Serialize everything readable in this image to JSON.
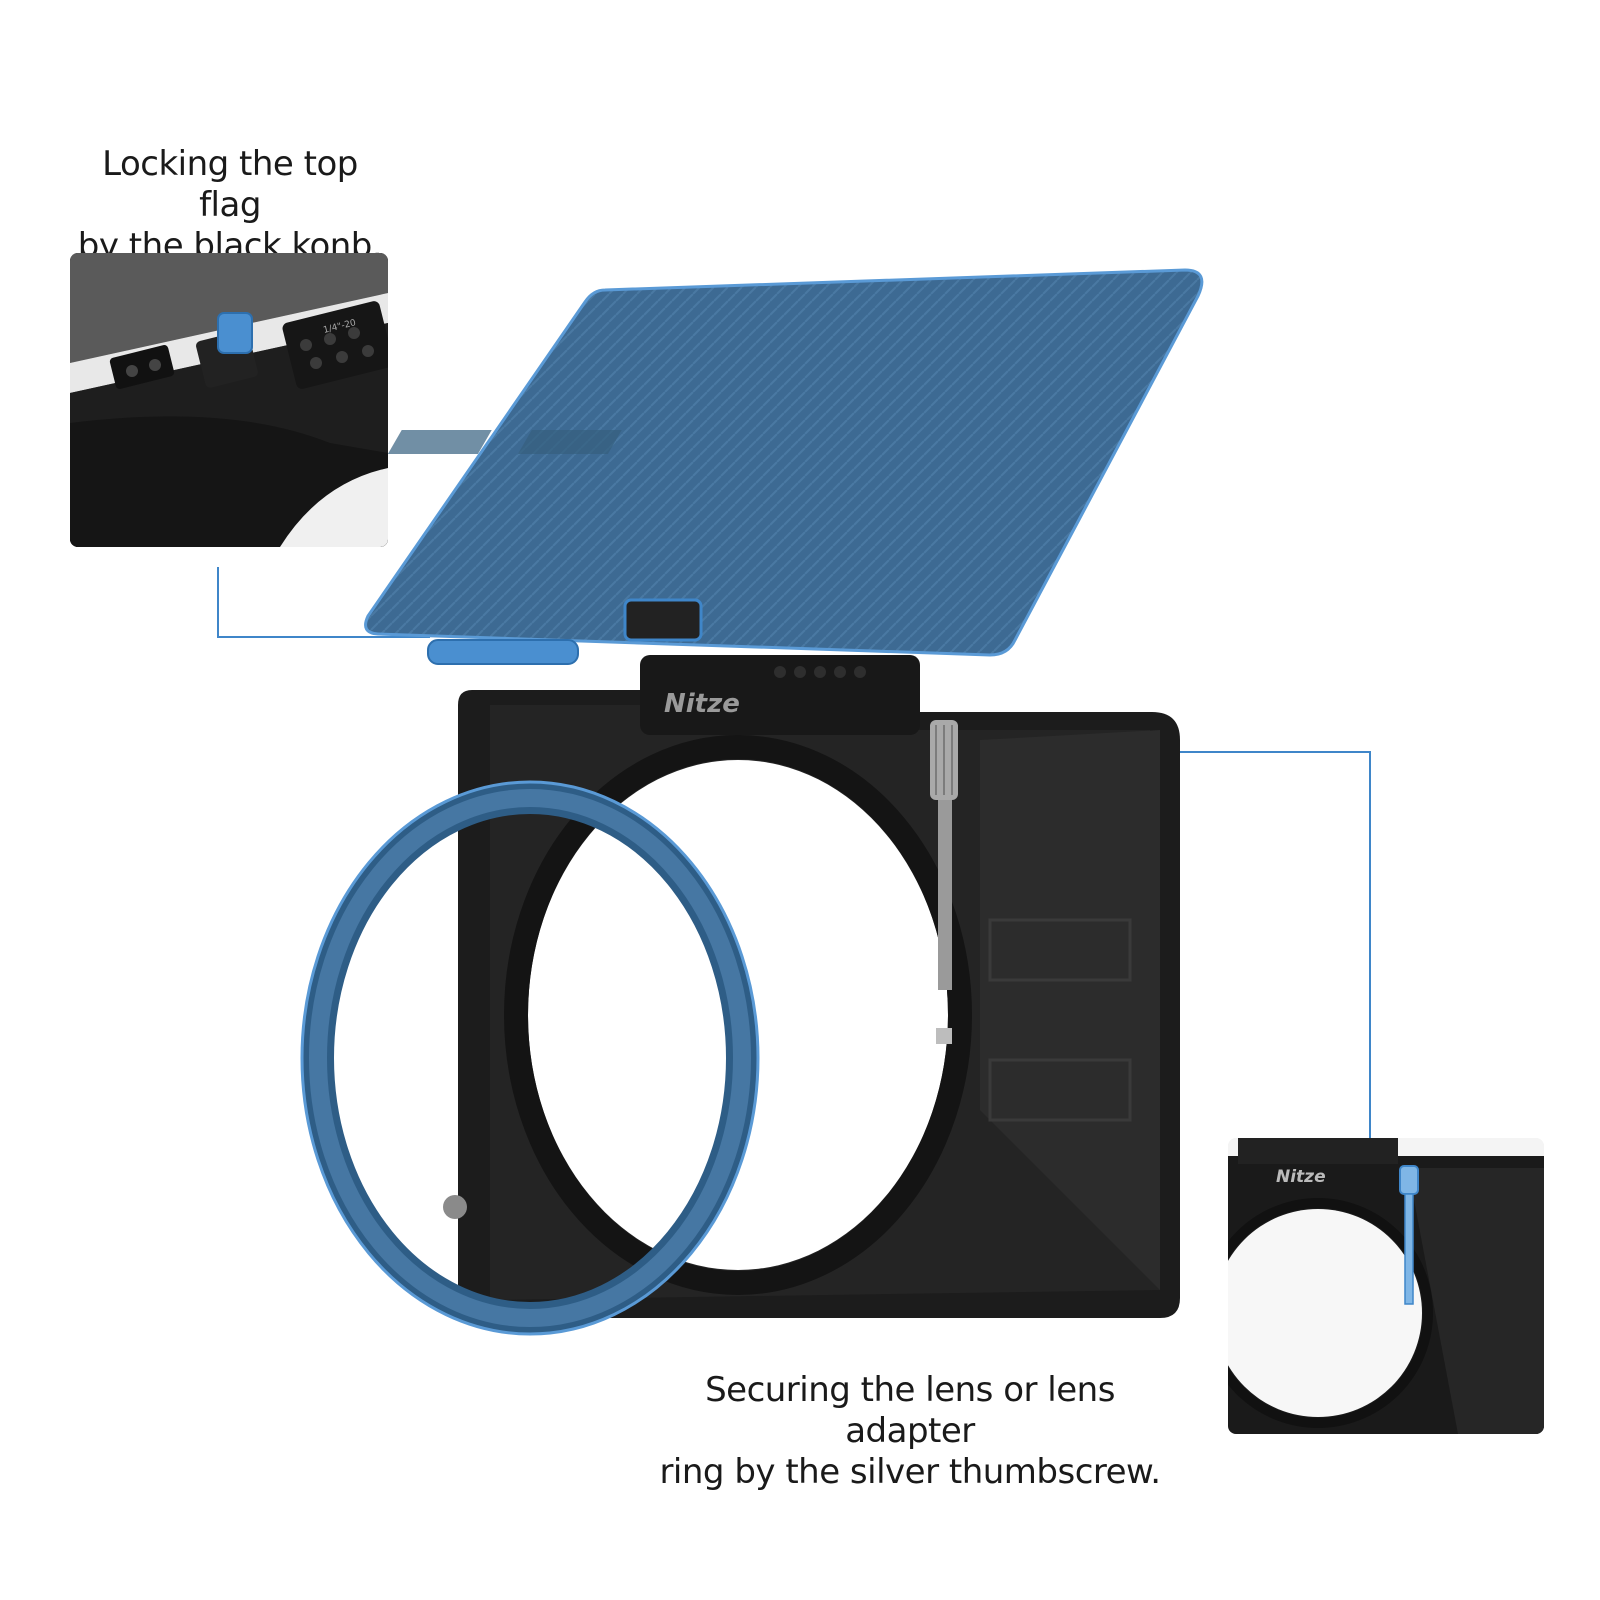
{
  "captions": {
    "top_line1": "Locking the top flag",
    "top_line2": "by the black konb.",
    "bottom_line1": "Securing the lens or lens adapter",
    "bottom_line2": "ring by the silver thumbscrew."
  },
  "product": {
    "brand": "Nitze",
    "inset_brand": "Nitze",
    "mount_thread": "1/4\"-20"
  },
  "colors": {
    "highlight_blue": "#3f86c9",
    "flag_blue": "#3d6a93",
    "ring_blue": "#3f6f98",
    "body_black": "#1c1c1c"
  }
}
